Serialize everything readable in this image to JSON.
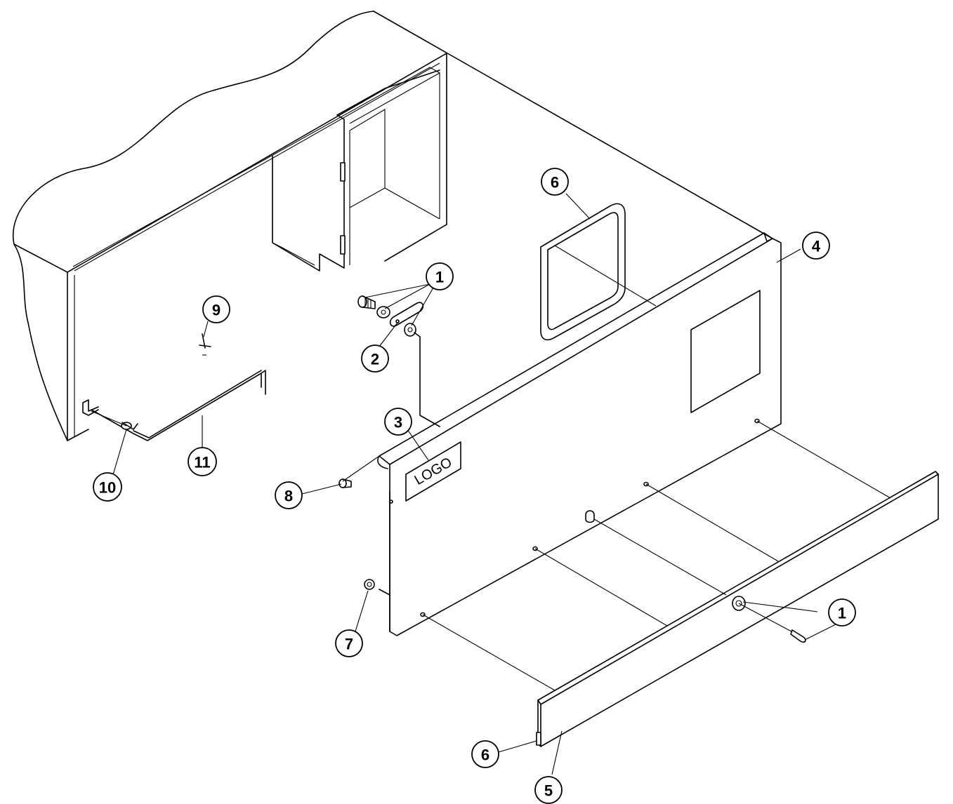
{
  "diagram": {
    "logo_label": "LOGO",
    "callouts": [
      {
        "id": "c1a",
        "label": "1"
      },
      {
        "id": "c1b",
        "label": "1"
      },
      {
        "id": "c2",
        "label": "2"
      },
      {
        "id": "c3",
        "label": "3"
      },
      {
        "id": "c4",
        "label": "4"
      },
      {
        "id": "c5",
        "label": "5"
      },
      {
        "id": "c6a",
        "label": "6"
      },
      {
        "id": "c6b",
        "label": "6"
      },
      {
        "id": "c7",
        "label": "7"
      },
      {
        "id": "c8",
        "label": "8"
      },
      {
        "id": "c9",
        "label": "9"
      },
      {
        "id": "c10",
        "label": "10"
      },
      {
        "id": "c11",
        "label": "11"
      }
    ]
  }
}
